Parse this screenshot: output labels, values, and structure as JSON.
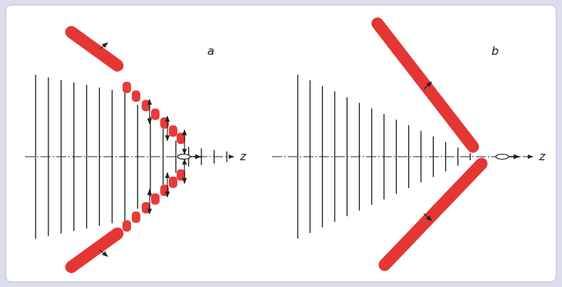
{
  "diagram": {
    "labels": [
      "a",
      "b",
      "z",
      "z"
    ]
  }
}
